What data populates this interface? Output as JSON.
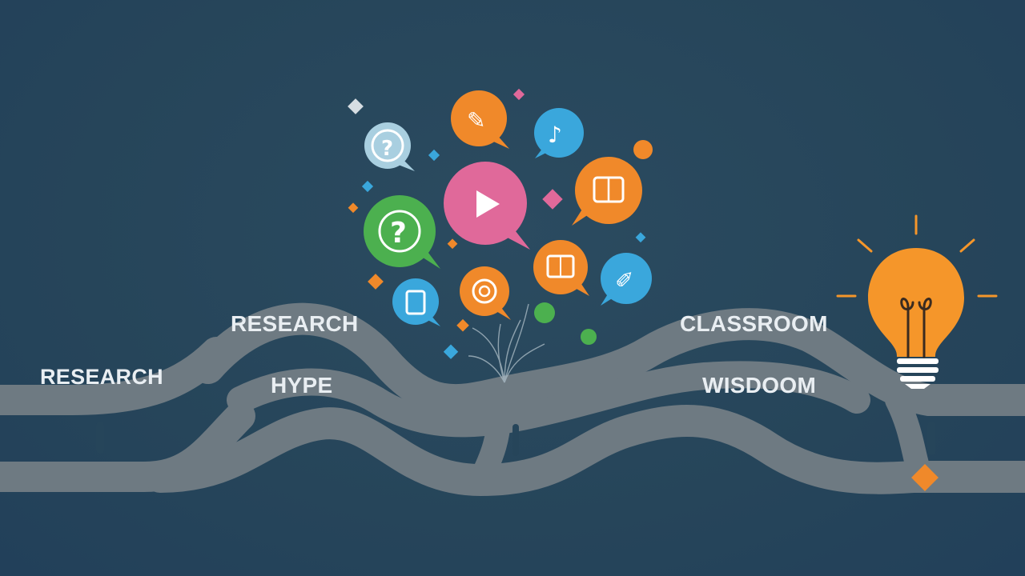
{
  "labels": {
    "research_left": "RESEARCH",
    "research_top": "RESEARCH",
    "hype": "HYPE",
    "classroom": "CLASSROOM",
    "wisdom": "WISDOOM"
  },
  "colors": {
    "background": "#26455a",
    "road": "#6e7a82",
    "orange": "#f0892a",
    "pink": "#e0699a",
    "green": "#4cb04f",
    "blue": "#3aa7dc",
    "light_blue": "#a9cfe0",
    "bulb": "#f5962a",
    "label_text": "#e9eef2"
  },
  "icons": {
    "bubbles": [
      "question-bubble",
      "play-bubble",
      "chat-bubble",
      "idea-bubble"
    ],
    "bulb": "lightbulb-icon"
  }
}
